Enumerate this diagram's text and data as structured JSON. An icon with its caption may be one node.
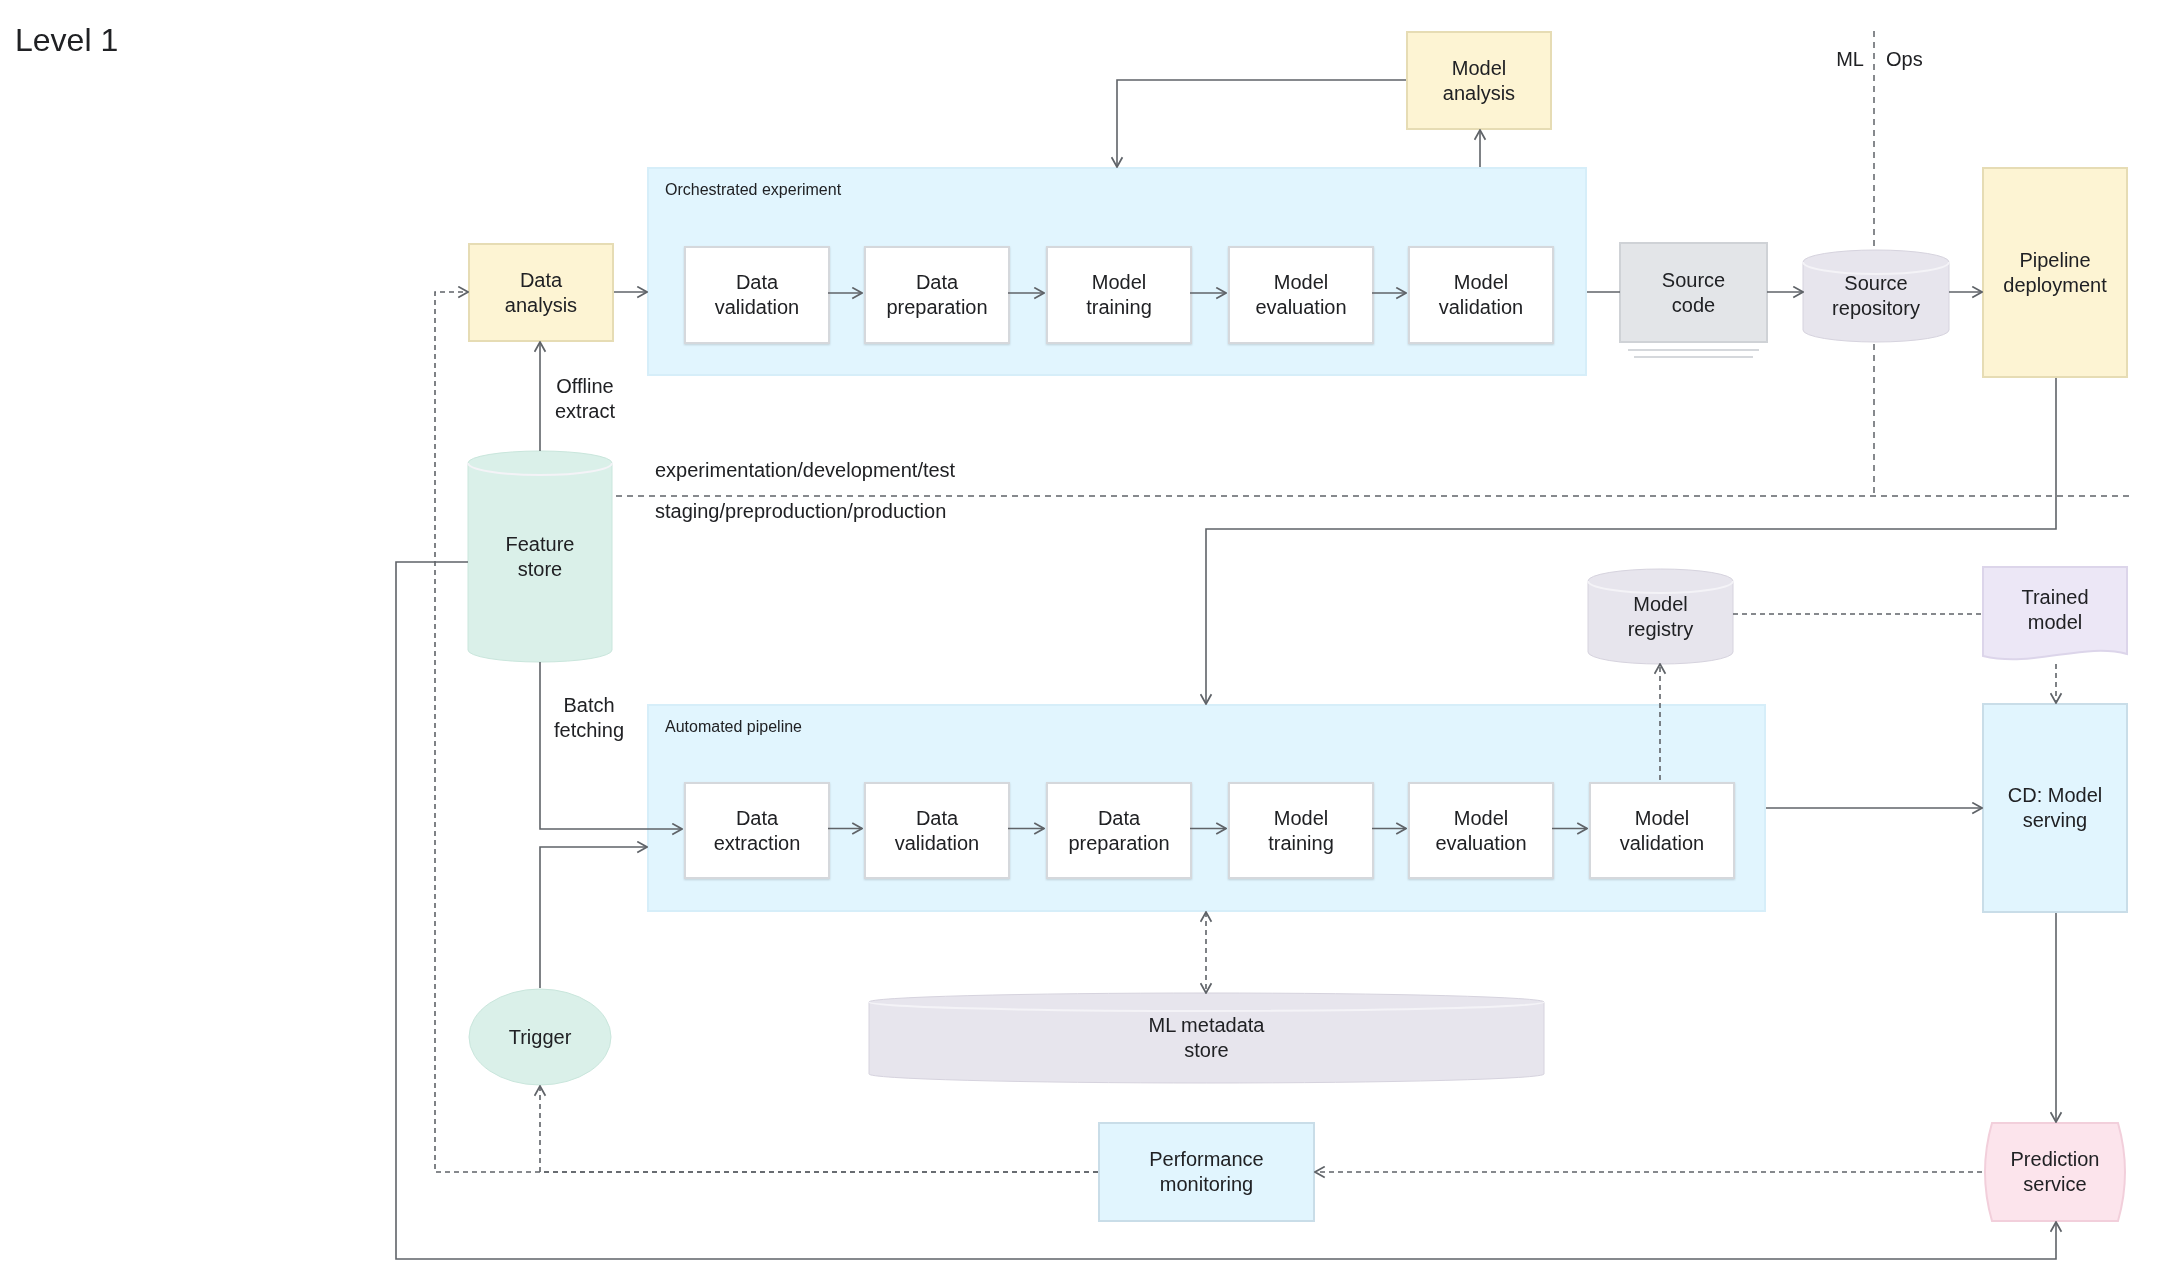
{
  "diagram": {
    "title": "Level 1",
    "nodes": [
      {
        "text": [
          "Model analysis"
        ]
      },
      {
        "text": [
          "Data analysis"
        ]
      },
      {
        "text": [
          "Orchestrated experiment"
        ]
      },
      {
        "text": [
          "Data validation"
        ],
        "in": 2
      },
      {
        "text": [
          "Data preparation"
        ],
        "in": 2
      },
      {
        "text": [
          "Model training"
        ],
        "in": 2
      },
      {
        "text": [
          "Model evaluation"
        ],
        "in": 2
      },
      {
        "text": [
          "Model validation"
        ],
        "in": 2
      },
      {
        "text": [
          "Source code"
        ]
      },
      {
        "text": [
          "Source repository"
        ]
      },
      {
        "text": [
          "Pipeline deployment"
        ]
      },
      {
        "text": [
          "Feature store"
        ]
      },
      {
        "text": [
          "Model registry"
        ]
      },
      {
        "text": [
          "Trained model"
        ]
      },
      {
        "text": [
          "Automated pipeline"
        ]
      },
      {
        "text": [
          "Data extraction"
        ],
        "in": 14
      },
      {
        "text": [
          "Data validation"
        ],
        "in": 14
      },
      {
        "text": [
          "Data preparation"
        ],
        "in": 14
      },
      {
        "text": [
          "Model training"
        ],
        "in": 14
      },
      {
        "text": [
          "Model evaluation"
        ],
        "in": 14
      },
      {
        "text": [
          "Model validation"
        ],
        "in": 14
      },
      {
        "text": [
          "CD: Model serving"
        ]
      },
      {
        "text": [
          "Trigger"
        ]
      },
      {
        "text": [
          "ML metadata store"
        ]
      },
      {
        "text": [
          "Performance monitoring"
        ]
      },
      {
        "text": [
          "Prediction service"
        ]
      }
    ],
    "edges": [
      {
        "from": 1,
        "to": 2,
        "arrow": "to"
      },
      {
        "from": 3,
        "to": 4,
        "arrow": "to"
      },
      {
        "from": 4,
        "to": 5,
        "arrow": "to"
      },
      {
        "from": 5,
        "to": 6,
        "arrow": "to"
      },
      {
        "from": 6,
        "to": 7,
        "arrow": "to"
      },
      {
        "from": 0,
        "to": 2,
        "arrow": "to"
      },
      {
        "from": 2,
        "to": 0,
        "arrow": "to"
      },
      {
        "from": 2,
        "to": 8,
        "arrow": "none"
      },
      {
        "from": 8,
        "to": 9,
        "arrow": "to"
      },
      {
        "from": 9,
        "to": 10,
        "arrow": "to"
      },
      {
        "from": 11,
        "to": 1,
        "arrow": "to",
        "label": "Offline extract"
      },
      {
        "from": 10,
        "to": 14,
        "arrow": "to"
      },
      {
        "from": 11,
        "to": 15,
        "arrow": "to",
        "label": "Batch fetching"
      },
      {
        "from": 22,
        "to": 14,
        "arrow": "to"
      },
      {
        "from": 15,
        "to": 16,
        "arrow": "to"
      },
      {
        "from": 16,
        "to": 17,
        "arrow": "to"
      },
      {
        "from": 17,
        "to": 18,
        "arrow": "to"
      },
      {
        "from": 18,
        "to": 19,
        "arrow": "to"
      },
      {
        "from": 19,
        "to": 20,
        "arrow": "to"
      },
      {
        "from": 20,
        "to": 12,
        "arrow": "to",
        "style": "dashed"
      },
      {
        "from": 12,
        "to": 13,
        "arrow": "none",
        "style": "dashed"
      },
      {
        "from": 13,
        "to": 21,
        "arrow": "to",
        "style": "dashed"
      },
      {
        "from": 14,
        "to": 21,
        "arrow": "to"
      },
      {
        "from": 14,
        "to": 23,
        "arrow": "both",
        "style": "dashed"
      },
      {
        "from": 21,
        "to": 25,
        "arrow": "to"
      },
      {
        "from": 25,
        "to": 24,
        "arrow": "to",
        "style": "dashed"
      },
      {
        "from": 24,
        "to": 1,
        "arrow": "to",
        "style": "dashed"
      },
      {
        "from": 24,
        "to": 22,
        "arrow": "to",
        "style": "dashed"
      },
      {
        "from": 11,
        "to": 25,
        "arrow": "to"
      }
    ],
    "labels": [
      "ML",
      "Ops",
      "experimentation/development/test",
      "staging/preproduction/production"
    ]
  }
}
